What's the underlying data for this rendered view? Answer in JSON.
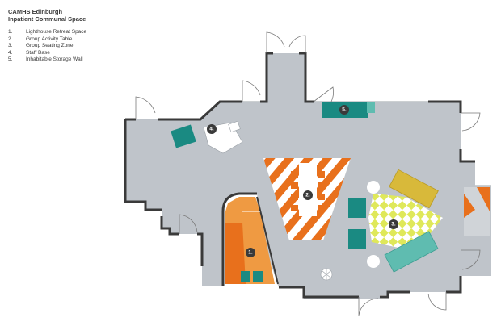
{
  "legend": {
    "title_line1": "CAMHS Edinburgh",
    "title_line2": "Inpatient Communal Space",
    "items": [
      {
        "num": "1.",
        "label": "Lighthouse Retreat Space"
      },
      {
        "num": "2.",
        "label": "Group Activity Table"
      },
      {
        "num": "3.",
        "label": "Group Seating Zone"
      },
      {
        "num": "4.",
        "label": "Staff Base"
      },
      {
        "num": "5.",
        "label": "Inhabitable Storage Wall"
      }
    ]
  },
  "markers": {
    "m1": "1.",
    "m2": "2.",
    "m3": "3.",
    "m4": "4.",
    "m5": "5."
  },
  "colors": {
    "floor": "#bfc4ca",
    "wall": "#3a3a3a",
    "orange": "#e8701c",
    "orange_light": "#ef9a42",
    "teal": "#1a8a82",
    "teal_light": "#5fbcb0",
    "yellow": "#dfe85a",
    "mustard": "#d8b93a"
  }
}
